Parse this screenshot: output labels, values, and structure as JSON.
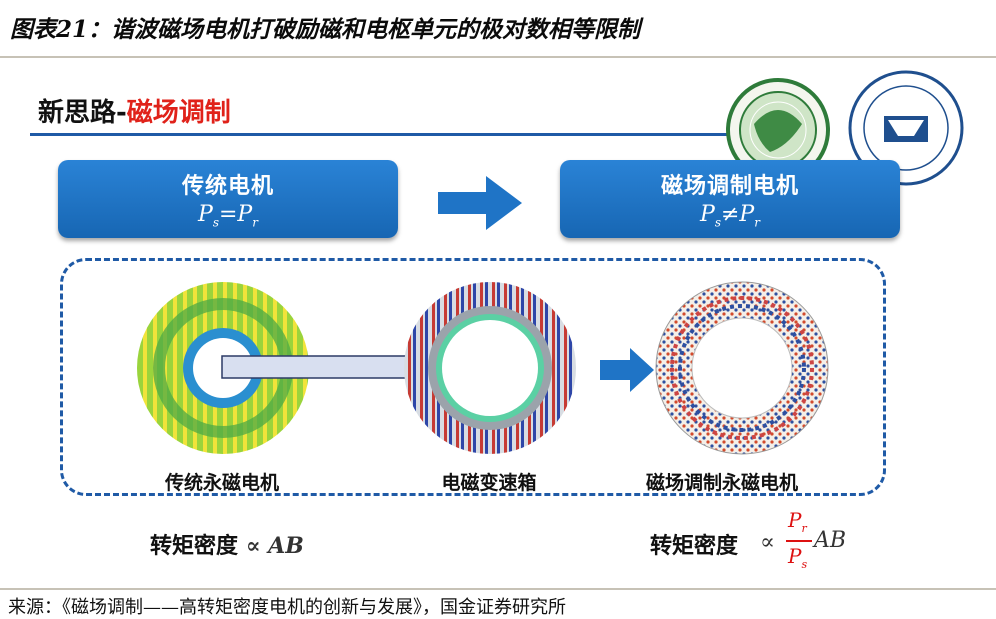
{
  "figure": {
    "title": "图表21：谐波磁场电机打破励磁和电枢单元的极对数相等限制",
    "source": "来源：《磁场调制——高转矩密度电机的创新与发展》，国金证券研究所"
  },
  "slide": {
    "heading_black": "新思路-",
    "heading_red": "磁场调制",
    "left_box": {
      "title": "传统电机",
      "formula_p": "P",
      "formula_s": "s",
      "formula_eq": "=",
      "formula_p2": "P",
      "formula_r": "r"
    },
    "right_box": {
      "title": "磁场调制电机",
      "formula_p": "P",
      "formula_s": "s",
      "formula_eq": "≠",
      "formula_p2": "P",
      "formula_r": "r"
    },
    "captions": [
      "传统永磁电机",
      "电磁变速箱",
      "磁场调制永磁电机"
    ],
    "torque_label": "转矩密度",
    "left_expr": "∝ AB",
    "right_prop": "∝",
    "right_num_p": "P",
    "right_num_sub": "r",
    "right_den_p": "P",
    "right_den_sub": "s",
    "right_ab": "AB"
  },
  "colors": {
    "accent_blue": "#1f5aa6",
    "box_blue": "#1f74c6",
    "heading_red": "#e0221a"
  },
  "icons": [
    "right-arrow-icon",
    "university-seal-icon",
    "green-globe-logo-icon"
  ]
}
